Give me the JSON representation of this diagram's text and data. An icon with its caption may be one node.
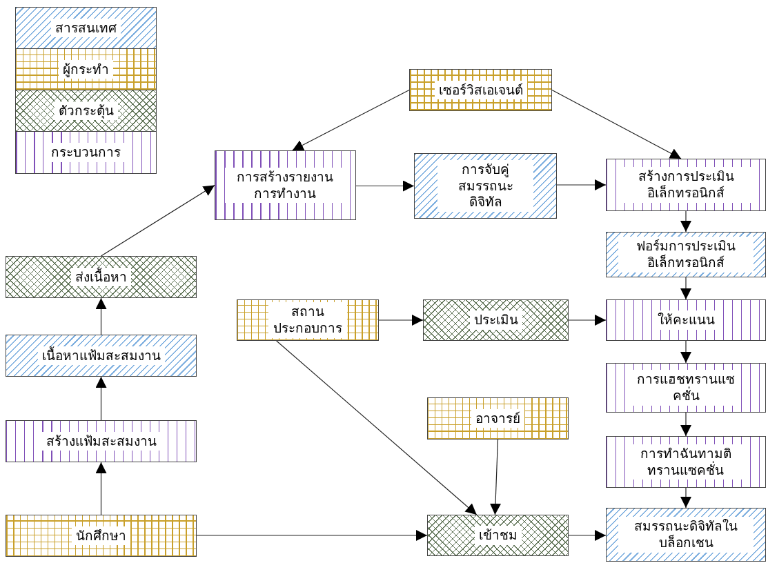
{
  "diagram": {
    "nodes": [
      {
        "text": [
          "เซอร์วิสเอเจนต์"
        ]
      },
      {
        "text": [
          "การสร้างรายงานการทำงาน"
        ]
      },
      {
        "text": [
          "การจับคู่สมรรถนะดิจิทัล"
        ]
      },
      {
        "text": [
          "สร้างการประเมินอิเล็กทรอนิกส์"
        ]
      },
      {
        "text": [
          "ฟอร์มการประเมินอิเล็กทรอนิกส์"
        ]
      },
      {
        "text": [
          "ส่งเนื้อหา"
        ]
      },
      {
        "text": [
          "สถานประกอบการ"
        ]
      },
      {
        "text": [
          "ประเมิน"
        ]
      },
      {
        "text": [
          "ให้คะแนน"
        ]
      },
      {
        "text": [
          "เนื้อหาแฟ้มสะสมงาน"
        ]
      },
      {
        "text": [
          "การแฮชทรานแซคชั่น"
        ]
      },
      {
        "text": [
          "อาจารย์"
        ]
      },
      {
        "text": [
          "สร้างแฟ้มสะสมงาน"
        ]
      },
      {
        "text": [
          "การทำฉันทามติทรานแซคชั่น"
        ]
      },
      {
        "text": [
          "นักศึกษา"
        ]
      },
      {
        "text": [
          "เข้าชม"
        ]
      },
      {
        "text": [
          "สมรรถนะดิจิทัลในบล็อกเชน"
        ]
      }
    ],
    "edges": [
      {
        "from": 0,
        "to": 1,
        "arrow": "to"
      },
      {
        "from": 0,
        "to": 3,
        "arrow": "to"
      },
      {
        "from": 1,
        "to": 2,
        "arrow": "to"
      },
      {
        "from": 2,
        "to": 3,
        "arrow": "to"
      },
      {
        "from": 3,
        "to": 4,
        "arrow": "to"
      },
      {
        "from": 4,
        "to": 8,
        "arrow": "to"
      },
      {
        "from": 6,
        "to": 7,
        "arrow": "to"
      },
      {
        "from": 7,
        "to": 8,
        "arrow": "to"
      },
      {
        "from": 8,
        "to": 10,
        "arrow": "to"
      },
      {
        "from": 10,
        "to": 13,
        "arrow": "to"
      },
      {
        "from": 13,
        "to": 16,
        "arrow": "to"
      },
      {
        "from": 6,
        "to": 15,
        "arrow": "to"
      },
      {
        "from": 11,
        "to": 15,
        "arrow": "to"
      },
      {
        "from": 14,
        "to": 15,
        "arrow": "to"
      },
      {
        "from": 15,
        "to": 16,
        "arrow": "to"
      },
      {
        "from": 14,
        "to": 12,
        "arrow": "to"
      },
      {
        "from": 12,
        "to": 9,
        "arrow": "to"
      },
      {
        "from": 9,
        "to": 5,
        "arrow": "to"
      },
      {
        "from": 5,
        "to": 1,
        "arrow": "to"
      }
    ],
    "legend": [
      {
        "text": "สารสนเทศ",
        "color": "#7fb0e0"
      },
      {
        "text": "ผู้กระทำ",
        "color": "#c9a02a"
      },
      {
        "text": "ตัวกระตุ้น",
        "color": "#5f7356"
      },
      {
        "text": "กระบวนการ",
        "color": "#8050b8"
      }
    ]
  }
}
